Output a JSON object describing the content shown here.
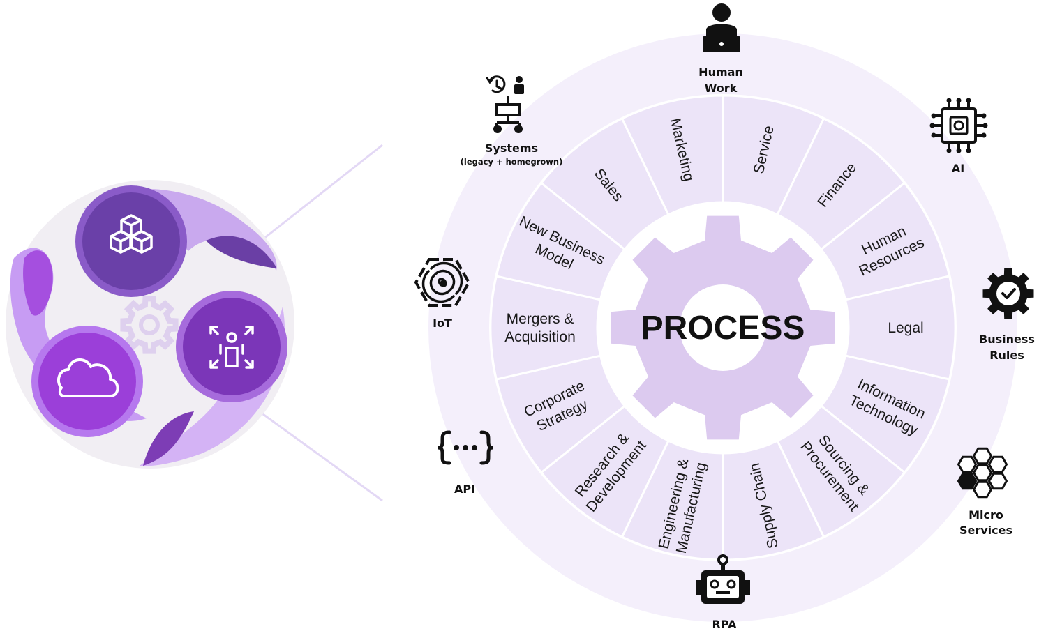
{
  "center_label": "PROCESS",
  "segments": [
    {
      "lines": [
        "Service"
      ]
    },
    {
      "lines": [
        "Finance"
      ]
    },
    {
      "lines": [
        "Human",
        "Resources"
      ]
    },
    {
      "lines": [
        "Legal"
      ]
    },
    {
      "lines": [
        "Information",
        "Technology"
      ]
    },
    {
      "lines": [
        "Sourcing &",
        "Procurement"
      ]
    },
    {
      "lines": [
        "Supply Chain"
      ]
    },
    {
      "lines": [
        "Engineering &",
        "Manufacturing"
      ]
    },
    {
      "lines": [
        "Research &",
        "Development"
      ]
    },
    {
      "lines": [
        "Corporate",
        "Strategy"
      ]
    },
    {
      "lines": [
        "Mergers &",
        "Acquisition"
      ]
    },
    {
      "lines": [
        "New Business",
        "Model"
      ]
    },
    {
      "lines": [
        "Sales"
      ]
    },
    {
      "lines": [
        "Marketing"
      ]
    }
  ],
  "technologies": {
    "human_work": {
      "lines": [
        "Human",
        "Work"
      ],
      "icon": "person-at-laptop-icon"
    },
    "ai": {
      "lines": [
        "AI"
      ],
      "icon": "chip-icon"
    },
    "business_rules": {
      "lines": [
        "Business",
        "Rules"
      ],
      "icon": "gear-check-icon"
    },
    "micro_services": {
      "lines": [
        "Micro",
        "Services"
      ],
      "icon": "hexagon-cluster-icon"
    },
    "rpa": {
      "lines": [
        "RPA"
      ],
      "icon": "robot-icon"
    },
    "api": {
      "lines": [
        "API"
      ],
      "icon": "braces-icon"
    },
    "iot": {
      "lines": [
        "IoT"
      ],
      "icon": "wireless-hexagon-icon"
    },
    "systems": {
      "lines": [
        "Systems"
      ],
      "sub": "(legacy + homegrown)",
      "icon": "network-history-icon"
    }
  },
  "colors": {
    "outer_ring": "#f4effb",
    "segment_fill": "#ece4f8",
    "gear": "#dccaef",
    "dark_purple": "#6a40a8",
    "bright_purple": "#9b3fd9",
    "light_purple": "#c5a0f0"
  }
}
